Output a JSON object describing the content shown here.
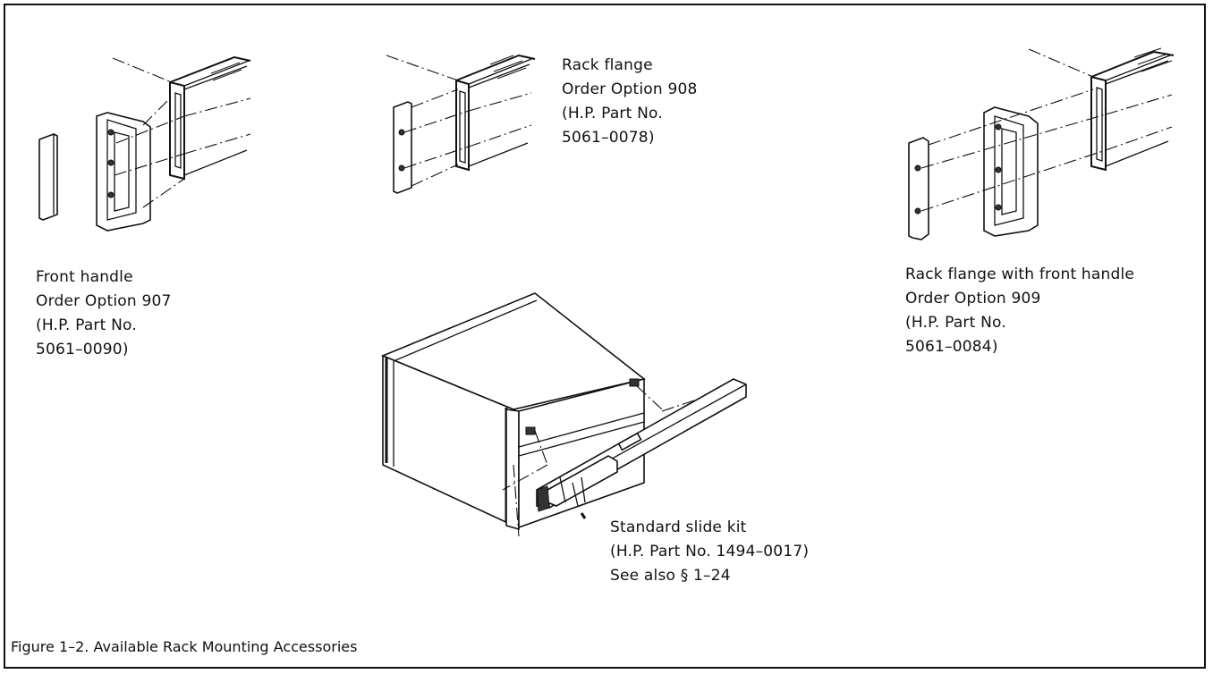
{
  "callouts": {
    "front_handle": {
      "lines": [
        "Front handle",
        "Order Option 907",
        "(H.P. Part No.",
        "5061–0090)"
      ]
    },
    "rack_flange": {
      "lines": [
        "Rack flange",
        "Order Option 908",
        "(H.P. Part No.",
        "5061–0078)"
      ]
    },
    "rack_flange_handle": {
      "lines": [
        "Rack flange with front handle",
        "Order Option 909",
        "(H.P. Part No.",
        "5061–0084)"
      ]
    },
    "slide_kit": {
      "lines": [
        "Standard slide kit",
        "(H.P. Part No. 1494–0017)",
        "See also § 1–24"
      ]
    }
  },
  "caption": "Figure 1–2. Available Rack Mounting Accessories"
}
